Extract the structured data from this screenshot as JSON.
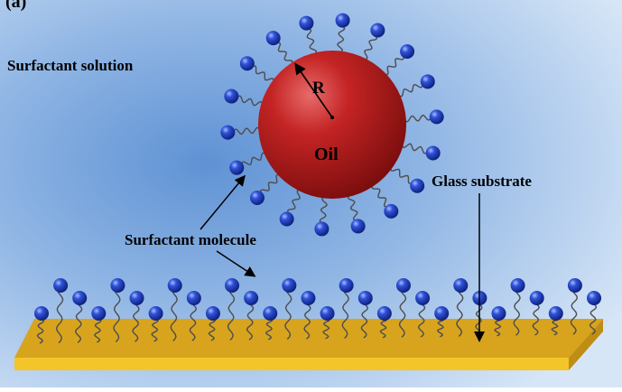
{
  "diagram": {
    "corner_label": "(a)",
    "labels": {
      "solution": "Surfactant solution",
      "radius": "R",
      "oil": "Oil",
      "substrate": "Glass substrate",
      "molecule": "Surfactant molecule"
    },
    "colors": {
      "background_center": "#6f9fd8",
      "background_edge": "#d4e4f7",
      "droplet": "#b11a1a",
      "droplet_highlight": "#e06a6a",
      "head": "#1d3fbf",
      "head_highlight": "#8fa8ff",
      "tail": "#555555",
      "substrate_top": "#d7a21c",
      "substrate_front": "#f2c52a",
      "text": "#000000"
    },
    "icons": {
      "droplet": "oil-droplet",
      "molecule": "surfactant-molecule",
      "substrate": "glass-plate"
    }
  }
}
